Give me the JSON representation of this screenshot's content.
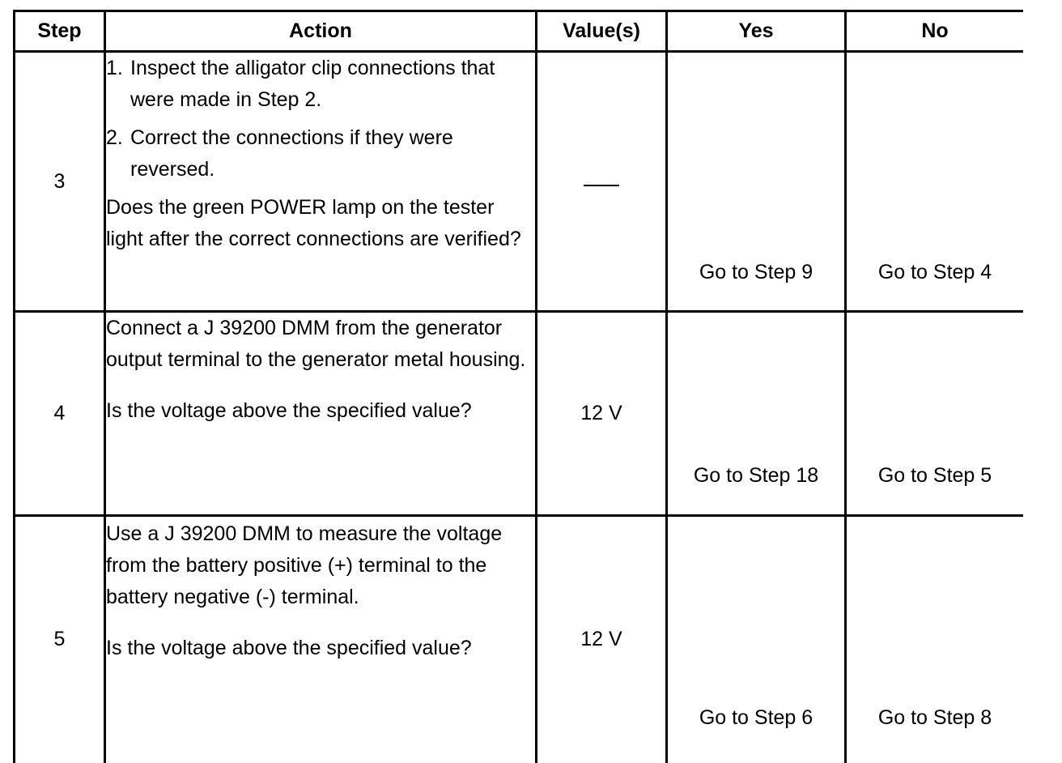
{
  "headers": {
    "step": "Step",
    "action": "Action",
    "values": "Value(s)",
    "yes": "Yes",
    "no": "No"
  },
  "rows": [
    {
      "step": "3",
      "substeps": [
        {
          "num": "1.",
          "text": "Inspect the alligator clip connections that were made in Step 2."
        },
        {
          "num": "2.",
          "text": "Correct the connections if they were reversed."
        }
      ],
      "question": "Does the green POWER lamp on the tester light after the correct connections are verified?",
      "value": "—",
      "yes": "Go to Step 9",
      "no": "Go to Step 4"
    },
    {
      "step": "4",
      "instruction": "Connect a J 39200 DMM from the generator output terminal to the generator metal housing.",
      "question": "Is the voltage above the specified value?",
      "value": "12 V",
      "yes": "Go to Step 18",
      "no": "Go to Step 5"
    },
    {
      "step": "5",
      "instruction": "Use a J 39200 DMM to measure the voltage from the battery positive (+) terminal to the battery negative (-) terminal.",
      "question": "Is the voltage above the specified value?",
      "value": "12 V",
      "yes": "Go to Step 6",
      "no": "Go to Step 8"
    }
  ]
}
